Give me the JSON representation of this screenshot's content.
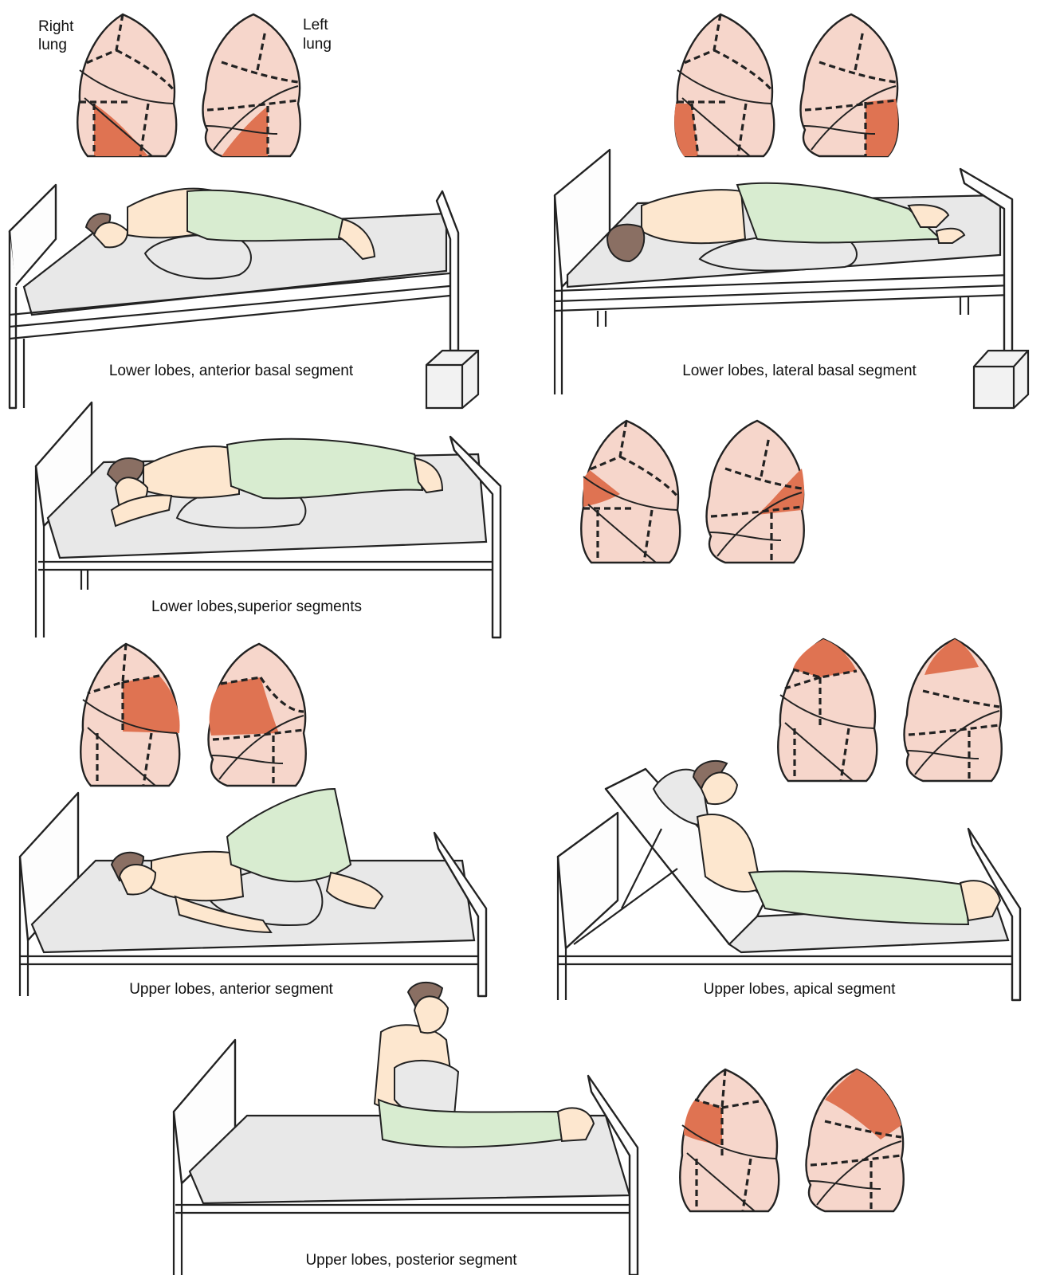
{
  "lung_labels": {
    "right": [
      "Right",
      "lung"
    ],
    "left": [
      "Left",
      "lung"
    ]
  },
  "positions": [
    {
      "id": "lower-anterior-basal",
      "caption": "Lower lobes, anterior basal segment",
      "highlight": "anterior-basal"
    },
    {
      "id": "lower-lateral-basal",
      "caption": "Lower lobes, lateral basal segment",
      "highlight": "lateral-basal"
    },
    {
      "id": "lower-superior",
      "caption": "Lower lobes,superior segments",
      "highlight": "superior"
    },
    {
      "id": "upper-anterior",
      "caption": "Upper lobes, anterior segment",
      "highlight": "anterior"
    },
    {
      "id": "upper-apical",
      "caption": "Upper lobes, apical segment",
      "highlight": "apical"
    },
    {
      "id": "upper-posterior",
      "caption": "Upper lobes, posterior segment",
      "highlight": "posterior"
    }
  ],
  "colors": {
    "lung": "#f6d6cb",
    "highlight": "#df7352",
    "skin": "#fde7cf",
    "pants": "#d8ecd0",
    "hair": "#8a6f63"
  }
}
